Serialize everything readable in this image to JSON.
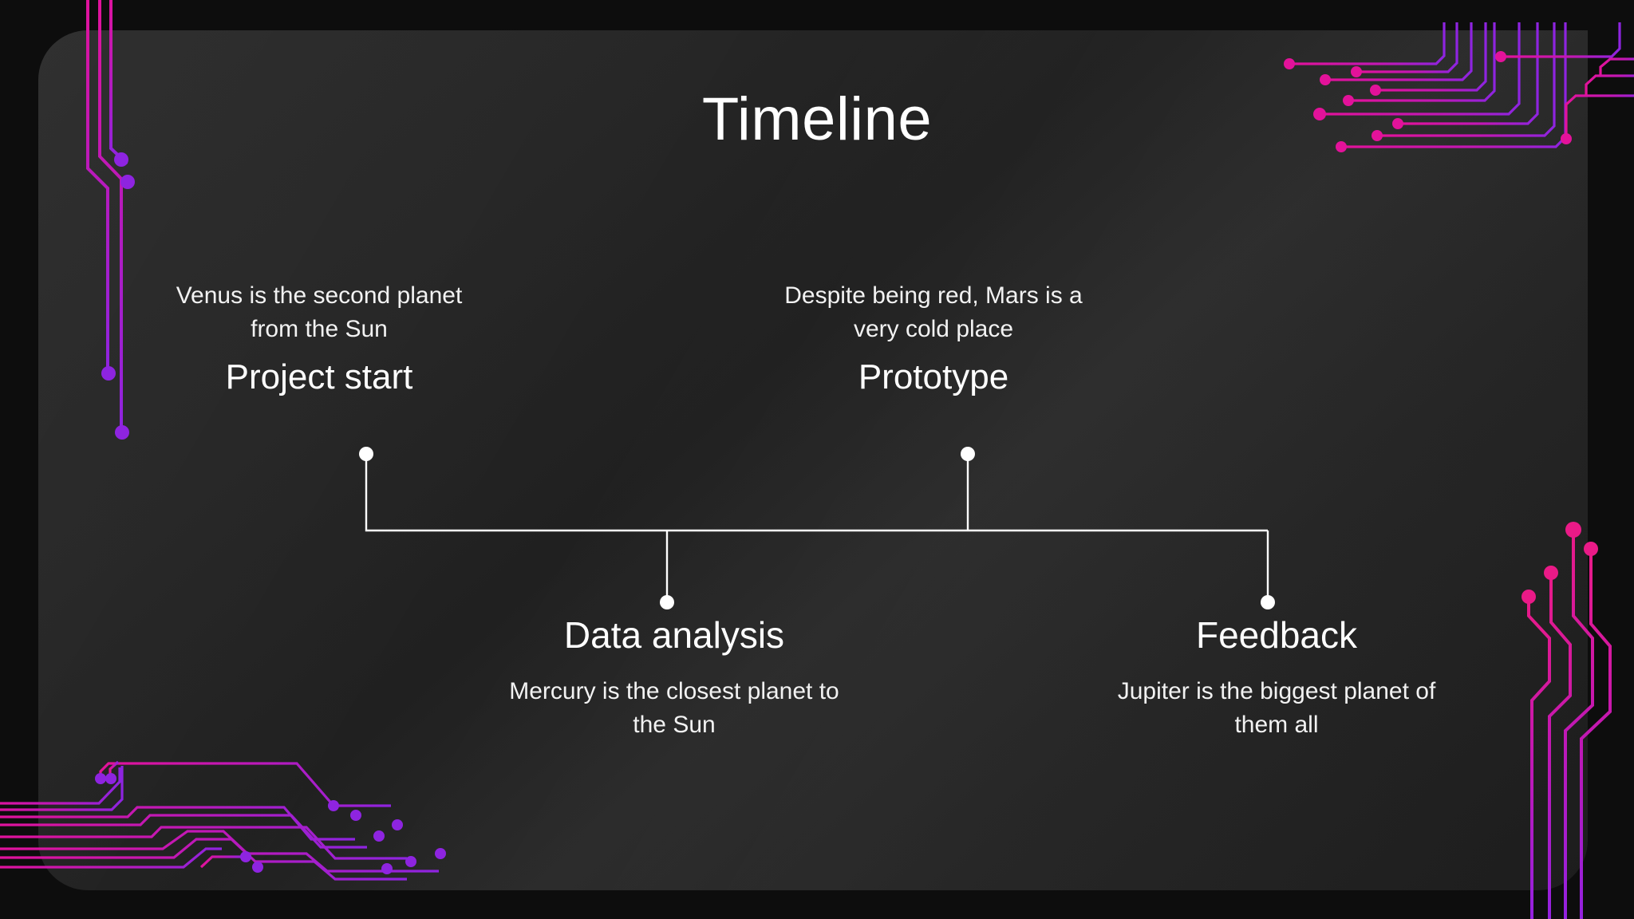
{
  "slide": {
    "title": "Timeline",
    "background_color": "#0d0d0d",
    "card_color": "#262626",
    "accent_magenta": "#e3129a",
    "accent_pink": "#ea2a8d",
    "accent_purple": "#8e24e0",
    "line_color": "#ffffff"
  },
  "timeline": {
    "nodes": [
      {
        "id": "project-start",
        "milestone": "Project start",
        "description": "Venus is the second planet from the Sun",
        "position": "top-left"
      },
      {
        "id": "prototype",
        "milestone": "Prototype",
        "description": "Despite being red, Mars is a very cold place",
        "position": "top-right"
      },
      {
        "id": "data-analysis",
        "milestone": "Data analysis",
        "description": "Mercury is the closest planet to the Sun",
        "position": "bottom-left"
      },
      {
        "id": "feedback",
        "milestone": "Feedback",
        "description": "Jupiter is the biggest planet of them all",
        "position": "bottom-right"
      }
    ]
  },
  "decorations": [
    {
      "name": "circuit-top-left",
      "icon": "circuit-trace-icon"
    },
    {
      "name": "circuit-top-right",
      "icon": "circuit-trace-icon"
    },
    {
      "name": "circuit-bottom-left",
      "icon": "circuit-trace-icon"
    },
    {
      "name": "circuit-bottom-right",
      "icon": "circuit-trace-icon"
    }
  ]
}
